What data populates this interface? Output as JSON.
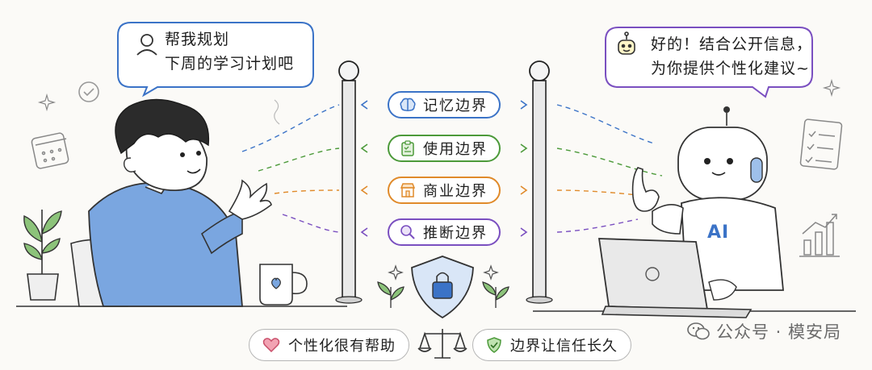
{
  "user_bubble": {
    "line1": "帮我规划",
    "line2": "下周的学习计划吧"
  },
  "ai_bubble": {
    "line1": "好的！结合公开信息，",
    "line2": "为你提供个性化建议~"
  },
  "boundaries": [
    {
      "label": "记忆边界",
      "icon": "brain-icon",
      "color": "#3b73c7"
    },
    {
      "label": "使用边界",
      "icon": "clipboard-icon",
      "color": "#4c9a3a"
    },
    {
      "label": "商业边界",
      "icon": "store-icon",
      "color": "#e08a2a"
    },
    {
      "label": "推断边界",
      "icon": "magnifier-icon",
      "color": "#7a4fc0"
    }
  ],
  "robot_chest_text": "AI",
  "bottom": {
    "left": {
      "label": "个性化很有帮助",
      "icon": "heart-icon"
    },
    "right": {
      "label": "边界让信任长久",
      "icon": "shield-check-icon"
    }
  },
  "watermark": "公众号 · 模安局",
  "colors": {
    "user_outline": "#3b73c7",
    "ai_outline": "#7a4fc0",
    "hoodie": "#7aa6e0"
  }
}
